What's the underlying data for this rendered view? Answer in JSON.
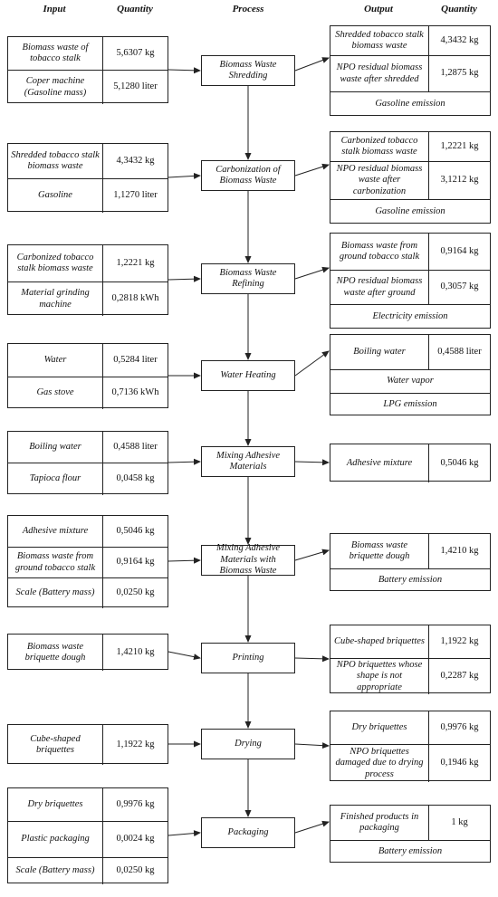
{
  "headers": {
    "input": "Input",
    "quantity_in": "Quantity",
    "process": "Process",
    "output": "Output",
    "quantity_out": "Quantity"
  },
  "stages": [
    {
      "process": "Biomass Waste Shredding",
      "inputs": [
        {
          "name": "Biomass waste of tobacco stalk",
          "qty": "5,6307 kg"
        },
        {
          "name": "Coper machine (Gasoline mass)",
          "qty": "5,1280 liter"
        }
      ],
      "outputs": [
        {
          "name": "Shredded tobacco stalk biomass waste",
          "qty": "4,3432 kg"
        },
        {
          "name": "NPO residual biomass waste after shredded",
          "qty": "1,2875 kg"
        }
      ],
      "emissions": [
        "Gasoline emission"
      ]
    },
    {
      "process": "Carbonization of Biomass Waste",
      "inputs": [
        {
          "name": "Shredded tobacco stalk biomass waste",
          "qty": "4,3432 kg"
        },
        {
          "name": "Gasoline",
          "qty": "1,1270 liter"
        }
      ],
      "outputs": [
        {
          "name": "Carbonized tobacco stalk biomass waste",
          "qty": "1,2221 kg"
        },
        {
          "name": "NPO residual biomass waste after carbonization",
          "qty": "3,1212 kg"
        }
      ],
      "emissions": [
        "Gasoline emission"
      ]
    },
    {
      "process": "Biomass Waste Refining",
      "inputs": [
        {
          "name": "Carbonized tobacco stalk biomass waste",
          "qty": "1,2221 kg"
        },
        {
          "name": "Material grinding machine",
          "qty": "0,2818 kWh"
        }
      ],
      "outputs": [
        {
          "name": "Biomass waste from ground tobacco stalk",
          "qty": "0,9164 kg"
        },
        {
          "name": "NPO residual biomass waste after ground",
          "qty": "0,3057 kg"
        }
      ],
      "emissions": [
        "Electricity emission"
      ]
    },
    {
      "process": "Water Heating",
      "inputs": [
        {
          "name": "Water",
          "qty": "0,5284 liter"
        },
        {
          "name": "Gas stove",
          "qty": "0,7136 kWh"
        }
      ],
      "outputs": [
        {
          "name": "Boiling water",
          "qty": "0,4588 liter"
        }
      ],
      "emissions": [
        "Water vapor",
        "LPG emission"
      ]
    },
    {
      "process": "Mixing Adhesive Materials",
      "inputs": [
        {
          "name": "Boiling water",
          "qty": "0,4588 liter"
        },
        {
          "name": "Tapioca flour",
          "qty": "0,0458 kg"
        }
      ],
      "outputs": [
        {
          "name": "Adhesive mixture",
          "qty": "0,5046 kg"
        }
      ],
      "emissions": []
    },
    {
      "process": "Mixing Adhesive Materials with Biomass Waste",
      "inputs": [
        {
          "name": "Adhesive mixture",
          "qty": "0,5046 kg"
        },
        {
          "name": "Biomass waste from ground tobacco stalk",
          "qty": "0,9164 kg"
        },
        {
          "name": "Scale (Battery mass)",
          "qty": "0,0250 kg"
        }
      ],
      "outputs": [
        {
          "name": "Biomass waste briquette dough",
          "qty": "1,4210 kg"
        }
      ],
      "emissions": [
        "Battery emission"
      ]
    },
    {
      "process": "Printing",
      "inputs": [
        {
          "name": "Biomass waste briquette dough",
          "qty": "1,4210 kg"
        }
      ],
      "outputs": [
        {
          "name": "Cube-shaped briquettes",
          "qty": "1,1922 kg"
        },
        {
          "name": "NPO briquettes whose shape is not appropriate",
          "qty": "0,2287 kg"
        }
      ],
      "emissions": []
    },
    {
      "process": "Drying",
      "inputs": [
        {
          "name": "Cube-shaped briquettes",
          "qty": "1,1922 kg"
        }
      ],
      "outputs": [
        {
          "name": "Dry briquettes",
          "qty": "0,9976 kg"
        },
        {
          "name": "NPO briquettes damaged due to drying process",
          "qty": "0,1946 kg"
        }
      ],
      "emissions": []
    },
    {
      "process": "Packaging",
      "inputs": [
        {
          "name": "Dry briquettes",
          "qty": "0,9976 kg"
        },
        {
          "name": "Plastic packaging",
          "qty": "0,0024 kg"
        },
        {
          "name": "Scale (Battery mass)",
          "qty": "0,0250 kg"
        }
      ],
      "outputs": [
        {
          "name": "Finished products in packaging",
          "qty": "1 kg"
        }
      ],
      "emissions": [
        "Battery emission"
      ]
    }
  ]
}
